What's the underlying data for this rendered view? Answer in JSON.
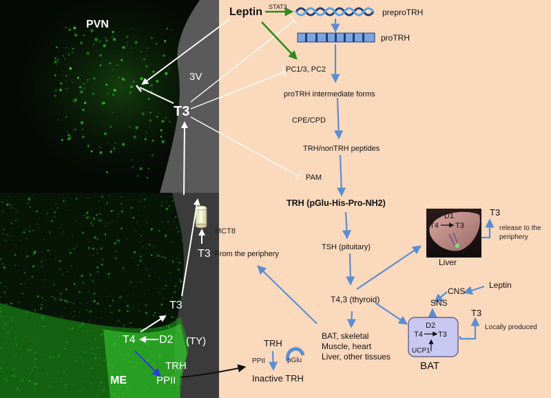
{
  "colors": {
    "background": "#fbd9bd",
    "arrow_blue": "#5b8ed0",
    "inhibit_line": "#ffffff",
    "leptin_arrow": "#2f8a1e",
    "tissue_green": "#27a51f",
    "bat_box": "#c9c8f0"
  },
  "micrograph": {
    "pvn_label": "PVN",
    "ventricle_label": "3V",
    "t3_label": "T3",
    "mct8_label": "MCT8",
    "t3_bottom_label": "T3",
    "t3_mid_label": "T3",
    "t4_label": "T4",
    "d2_label": "D2",
    "ty_label": "(TY)",
    "me_label": "ME",
    "trh_label": "TRH",
    "ppii_label": "PPII"
  },
  "pathway": {
    "leptin": "Leptin",
    "stat3": "STAT3",
    "preprotrh": "preproTRH",
    "protrh": "proTRH",
    "pc": "PC1/3, PC2",
    "intermediate": "proTRH intermediate forms",
    "cpe": "CPE/CPD",
    "peptides": "TRH/nonTRH peptides",
    "pam": "PAM",
    "trh_full": "TRH (pGlu-His-Pro-NH2)",
    "tsh": "TSH (pituitary)",
    "thyroid": "T4,3 (thyroid)",
    "from_periphery": "From the periphery",
    "tissues": [
      "BAT, skeletal",
      "Muscle, heart",
      "Liver, other tissues"
    ]
  },
  "liver": {
    "d1": "D1",
    "t4": "T4",
    "t3": "T3",
    "caption": "Liver",
    "out_t3": "T3",
    "release": [
      "release to the",
      "periphery"
    ]
  },
  "bat": {
    "cns": "CNS",
    "leptin": "Leptin",
    "sns": "SNS",
    "d2": "D2",
    "t4": "T4",
    "t3": "T3",
    "ucp1": "UCP1",
    "caption": "BAT",
    "out_t3": "T3",
    "locally": "Locally produced"
  },
  "degradation": {
    "trh": "TRH",
    "ppii": "PPII",
    "pglu": "pGlu",
    "inactive": "Inactive TRH"
  }
}
